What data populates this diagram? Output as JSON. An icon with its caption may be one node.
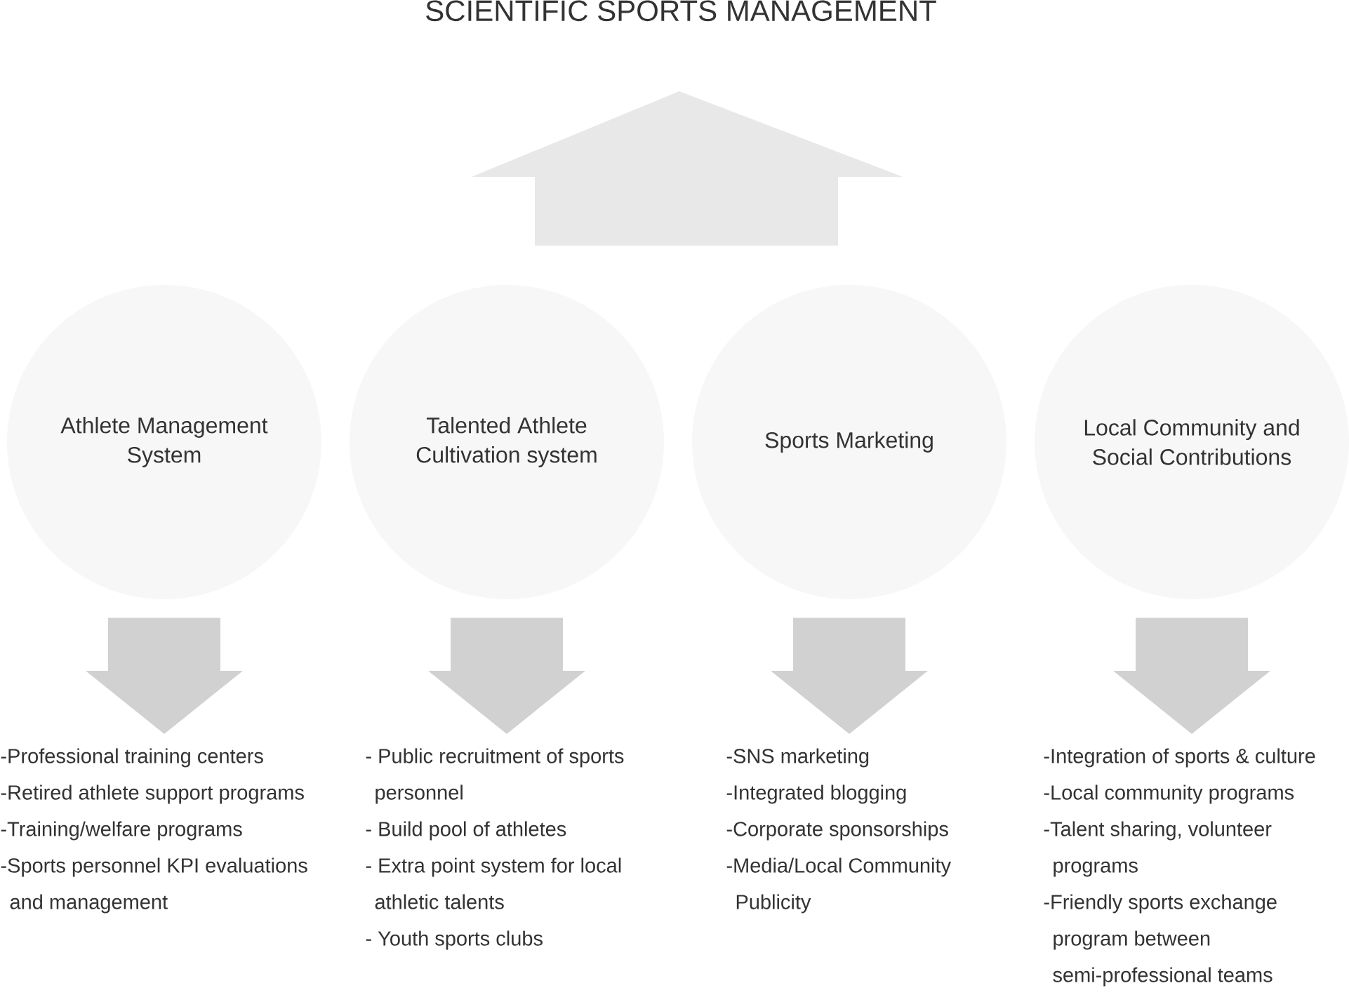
{
  "diagram": {
    "title": "SCIENTIFIC SPORTS MANAGEMENT",
    "nodes": [
      {
        "text": [
          "Athlete Management System"
        ]
      },
      {
        "text": [
          "Talented Athlete Cultivation system"
        ]
      },
      {
        "text": [
          "Sports Marketing"
        ]
      },
      {
        "text": [
          "Local Community and Social Contributions"
        ]
      },
      {
        "text": [
          "-Professional training centers",
          "-Retired athlete support programs",
          "-Training/welfare programs",
          "-Sports personnel KPI evaluations and management"
        ]
      },
      {
        "text": [
          "- Public recruitment of sports personnel",
          "- Build pool of athletes",
          "- Extra point system for local athletic talents",
          "- Youth sports clubs"
        ]
      },
      {
        "text": [
          "-SNS marketing",
          "-Integrated blogging",
          "-Corporate sponsorships",
          "-Media/Local Community Publicity"
        ]
      },
      {
        "text": [
          "-Integration of sports & culture",
          "-Local community programs",
          "-Talent sharing, volunteer programs",
          "-Friendly sports exchange program between semi-professional teams"
        ]
      }
    ],
    "edges": [
      {
        "from": 0,
        "to": 4,
        "arrow": "to"
      },
      {
        "from": 1,
        "to": 5,
        "arrow": "to"
      },
      {
        "from": 2,
        "to": 6,
        "arrow": "to"
      },
      {
        "from": 3,
        "to": 7,
        "arrow": "to"
      }
    ]
  }
}
